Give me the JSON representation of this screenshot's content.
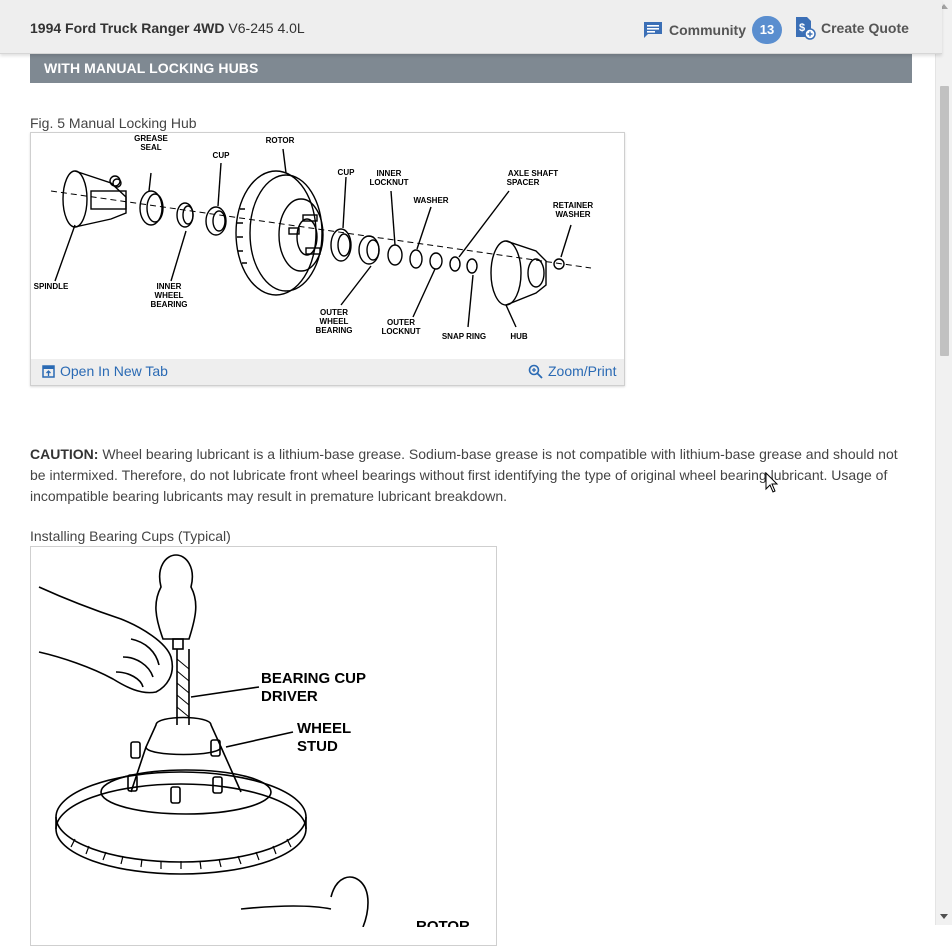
{
  "header": {
    "vehicle_bold": "1994 Ford Truck Ranger 4WD",
    "vehicle_engine": "V6-245 4.0L",
    "community_label": "Community",
    "community_count": "13",
    "quote_label": "Create Quote"
  },
  "section": {
    "title": "WITH MANUAL LOCKING HUBS"
  },
  "figure1": {
    "caption": "Fig. 5 Manual Locking Hub",
    "open_label": "Open In New Tab",
    "zoom_label": "Zoom/Print",
    "labels": {
      "grease_seal": [
        "GREASE",
        "SEAL"
      ],
      "cup1": "CUP",
      "rotor": "ROTOR",
      "cup2": "CUP",
      "inner_locknut": [
        "INNER",
        "LOCKNUT"
      ],
      "washer": "WASHER",
      "axle_spacer": [
        "AXLE SHAFT",
        "SPACER"
      ],
      "retainer_washer": [
        "RETAINER",
        "WASHER"
      ],
      "spindle": "SPINDLE",
      "inner_bearing": [
        "INNER",
        "WHEEL",
        "BEARING"
      ],
      "outer_bearing": [
        "OUTER",
        "WHEEL",
        "BEARING"
      ],
      "outer_locknut": [
        "OUTER",
        "LOCKNUT"
      ],
      "snap_ring": "SNAP RING",
      "hub": "HUB"
    }
  },
  "caution": {
    "label": "CAUTION:",
    "text": " Wheel bearing lubricant is a lithium-base grease. Sodium-base grease is not compatible with lithium-base grease and should not be intermixed. Therefore, do not lubricate front wheel bearings without first identifying the type of original wheel bearing lubricant. Usage of incompatible bearing lubricants may result in premature lubricant breakdown."
  },
  "figure2": {
    "caption": "Installing Bearing Cups (Typical)",
    "labels": {
      "driver": [
        "BEARING CUP",
        "DRIVER"
      ],
      "stud": [
        "WHEEL",
        "STUD"
      ],
      "rotor_partial": "ROTOR"
    }
  }
}
